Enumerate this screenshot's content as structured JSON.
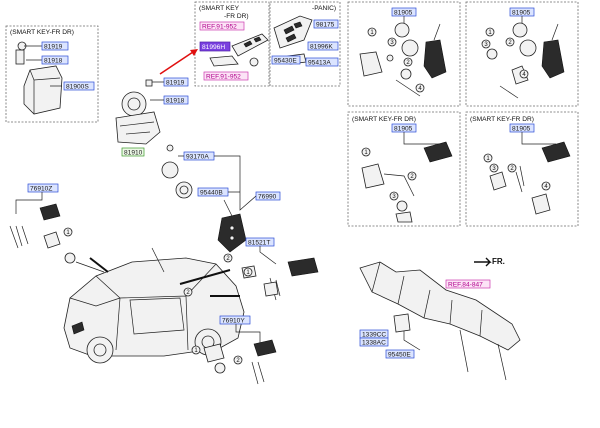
{
  "headers": {
    "smart_key_left": "(SMART KEY-FR DR)",
    "smart_key_top_1": "(SMART KEY",
    "smart_key_top_2": "-FR DR)",
    "panic": "-PANIC)",
    "smart_key_mid_left": "(SMART KEY-FR DR)",
    "smart_key_mid_right": "(SMART KEY-FR DR)"
  },
  "direction_label": "FR.",
  "labels": {
    "p81919": "81919",
    "p81918a": "81918",
    "p81900s": "81900S",
    "ref91952a": "REF.91-952",
    "p81996h": "81996H",
    "ref91952b": "REF.91-952",
    "p95430e": "95430E",
    "p98175": "98175",
    "p81996k": "81996K",
    "p95413a": "95413A",
    "p81905a": "81905",
    "p81905b": "81905",
    "p81919b": "81919",
    "p81918b": "81918",
    "p81910": "81910",
    "p93170a": "93170A",
    "p95440b": "95440B",
    "p76990": "76990",
    "p76910z": "76910Z",
    "p81521t": "81521T",
    "p81905c": "81905",
    "p81905d": "81905",
    "ref84847": "REF.84-847",
    "p76910y": "76910Y",
    "p1339cc": "1339CC",
    "p1338ac": "1338AC",
    "p95450e": "95450E"
  },
  "callouts": {
    "c1a": "1",
    "c2a": "2",
    "c3a": "3",
    "c4a": "4",
    "c1b": "1",
    "c2b": "2",
    "c3b": "3",
    "c4b": "4",
    "c1c": "1",
    "c2c": "2",
    "c3c": "3",
    "c1d": "1",
    "c2d": "2",
    "c3d": "3",
    "c4d": "4",
    "c1e": "1",
    "c2e": "2",
    "c1f": "1",
    "c2f": "2",
    "c1g": "1",
    "c2g": "2"
  },
  "colors": {
    "part_tag_fill": "#dbe4ff",
    "part_tag_stroke": "#2b4bd6",
    "ref_tag_fill": "#fce3f6",
    "ref_tag_text": "#b0008c",
    "highlight_tag_fill": "#7a40e0",
    "pointer_arrow": "#e01010"
  }
}
